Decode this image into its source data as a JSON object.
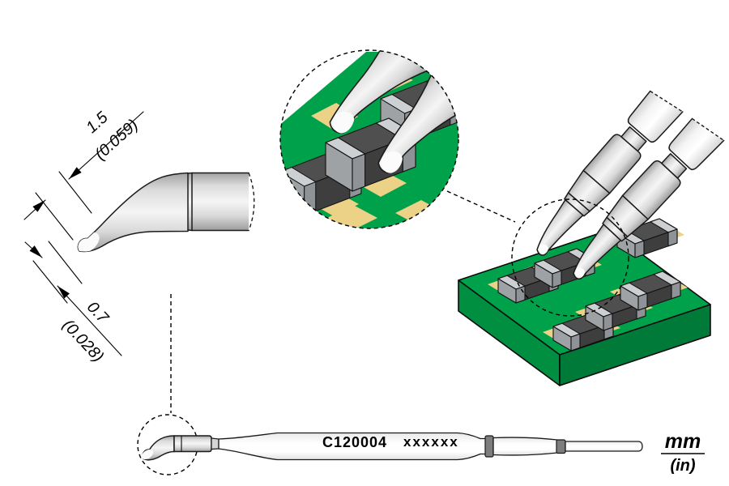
{
  "dimensions": {
    "bend_diameter_mm": "1.5",
    "bend_diameter_in": "(0.059)",
    "tip_diameter_mm": "0.7",
    "tip_diameter_in": "(0.028)"
  },
  "cartridge": {
    "model": "C120004",
    "marking": "xxxxxx"
  },
  "units": {
    "metric": "mm",
    "imperial": "(in)"
  },
  "colors": {
    "pcb_green_top": "#00A14B",
    "pcb_green_left": "#008F41",
    "pcb_green_right": "#007A38",
    "pad_gold": "#EBD287",
    "chip_body": "#4F4F4F",
    "chip_terminal": "#CDD0D2"
  }
}
